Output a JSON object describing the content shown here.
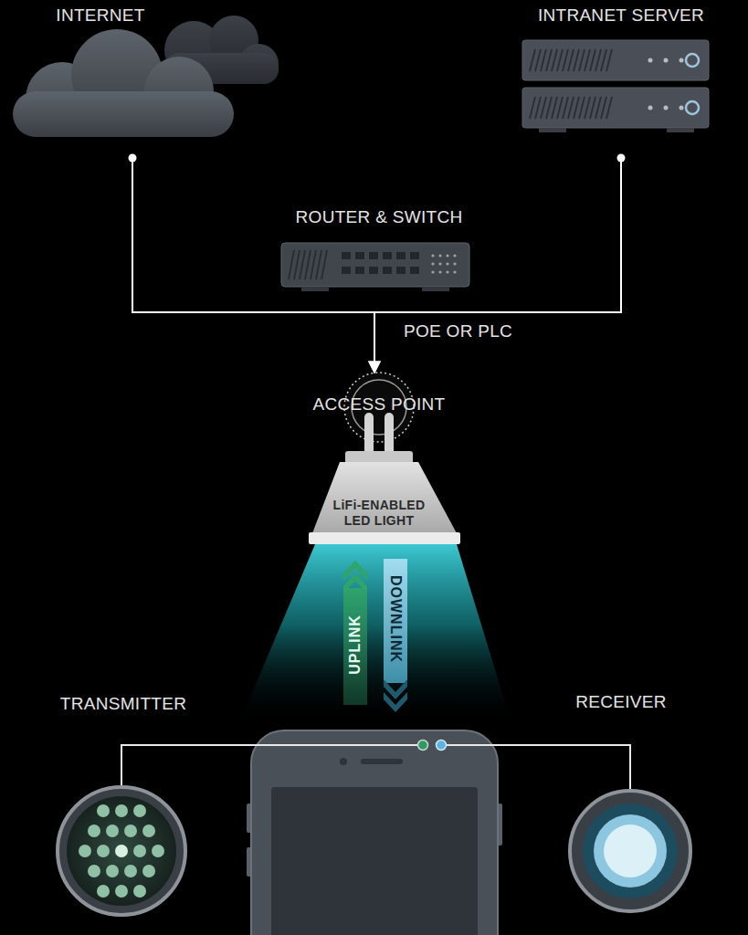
{
  "diagram": {
    "nodes": [
      {
        "text": [
          "INTERNET"
        ]
      },
      {
        "text": [
          "INTRANET SERVER"
        ]
      },
      {
        "text": [
          "ROUTER & SWITCH"
        ]
      },
      {
        "text": [
          "ACCESS POINT",
          "LiFi-ENABLED LED LIGHT"
        ]
      },
      {
        "text": [
          "TRANSMITTER"
        ]
      },
      {
        "text": [
          "RECEIVER"
        ]
      }
    ],
    "edges": [
      {
        "from": 0,
        "to": 3,
        "arrow": "to",
        "label": "POE OR PLC"
      },
      {
        "from": 1,
        "to": 3,
        "arrow": "to"
      }
    ],
    "labels": [
      "UPLINK",
      "DOWNLINK"
    ]
  }
}
